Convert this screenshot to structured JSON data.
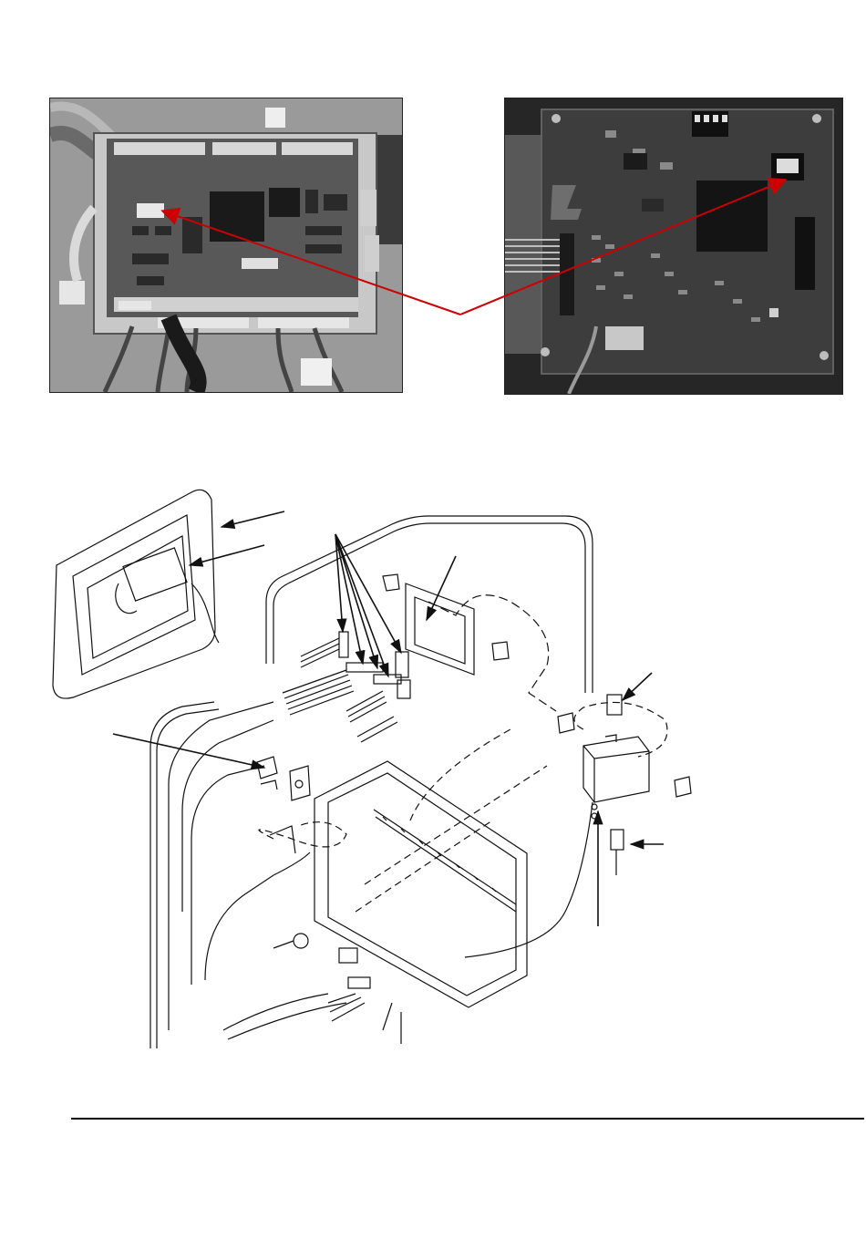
{
  "page": {
    "photos": [
      {
        "id": "controller-board-photo",
        "description_shown": false
      },
      {
        "id": "display-board-photo",
        "description_shown": false
      }
    ],
    "colors": {
      "callout_arrow": "#cc0000",
      "line_art": "#111111",
      "background": "#ffffff",
      "rule": "#000000"
    },
    "icons": [
      "red-callout-arrow",
      "leader-arrow",
      "exploded-assembly-drawing"
    ]
  }
}
